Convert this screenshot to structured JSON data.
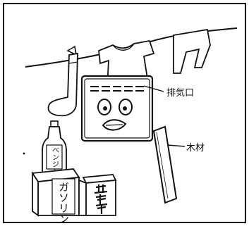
{
  "labels": {
    "exhaust_vent": "排気口",
    "lumber": "木材"
  },
  "containers": {
    "bottle_label": "ベンジン",
    "can_label": "ガソリン",
    "box_label": ""
  },
  "colors": {
    "ink": "#111111",
    "paper": "#ffffff"
  }
}
